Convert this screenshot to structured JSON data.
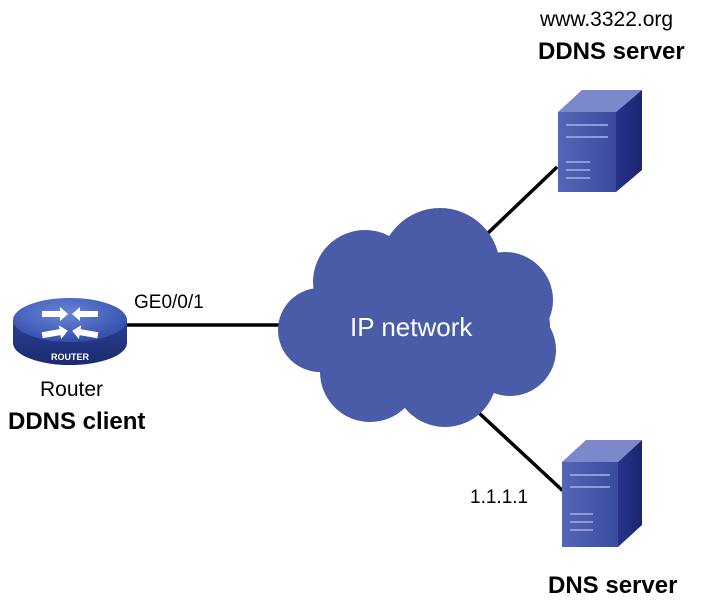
{
  "nodes": {
    "ddns_server": {
      "line1": "www.3322.org",
      "line2": "DDNS server",
      "icon": "server-icon"
    },
    "router": {
      "line1": "Router",
      "line2": "DDNS client",
      "badge": "ROUTER",
      "icon": "router-icon"
    },
    "cloud": {
      "label": "IP network",
      "icon": "cloud-icon"
    },
    "dns_server": {
      "label": "DNS server",
      "address": "1.1.1.1",
      "icon": "server-icon"
    }
  },
  "links": {
    "router_interface": "GE0/0/1"
  },
  "colors": {
    "device_blue": "#2b3f9c",
    "cloud_blue": "#4a5ca8",
    "line": "#000000"
  }
}
